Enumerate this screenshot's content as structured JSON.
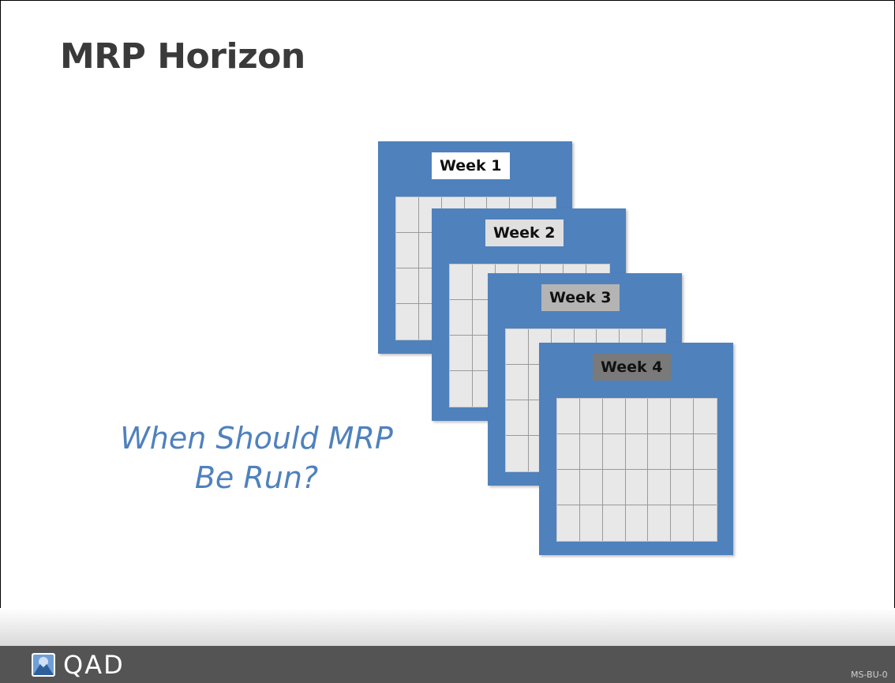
{
  "slide": {
    "title": "MRP Horizon",
    "tagline_line1": "When Should MRP",
    "tagline_line2": "Be Run?"
  },
  "calendar_cards": [
    {
      "label": "Week 1",
      "label_bg": "#ffffff"
    },
    {
      "label": "Week 2",
      "label_bg": "#e0e0e0"
    },
    {
      "label": "Week 3",
      "label_bg": "#b4b4b4"
    },
    {
      "label": "Week 4",
      "label_bg": "#7a7a7a"
    }
  ],
  "footer": {
    "logo_text": "QAD",
    "doc_code": "MS-BU-0"
  },
  "colors": {
    "card_blue": "#4f81bd",
    "tagline": "#4f81bd",
    "title": "#3a3a3a",
    "footer_bar": "#545454"
  },
  "icons": {
    "logo": "qad-mountain-icon"
  }
}
